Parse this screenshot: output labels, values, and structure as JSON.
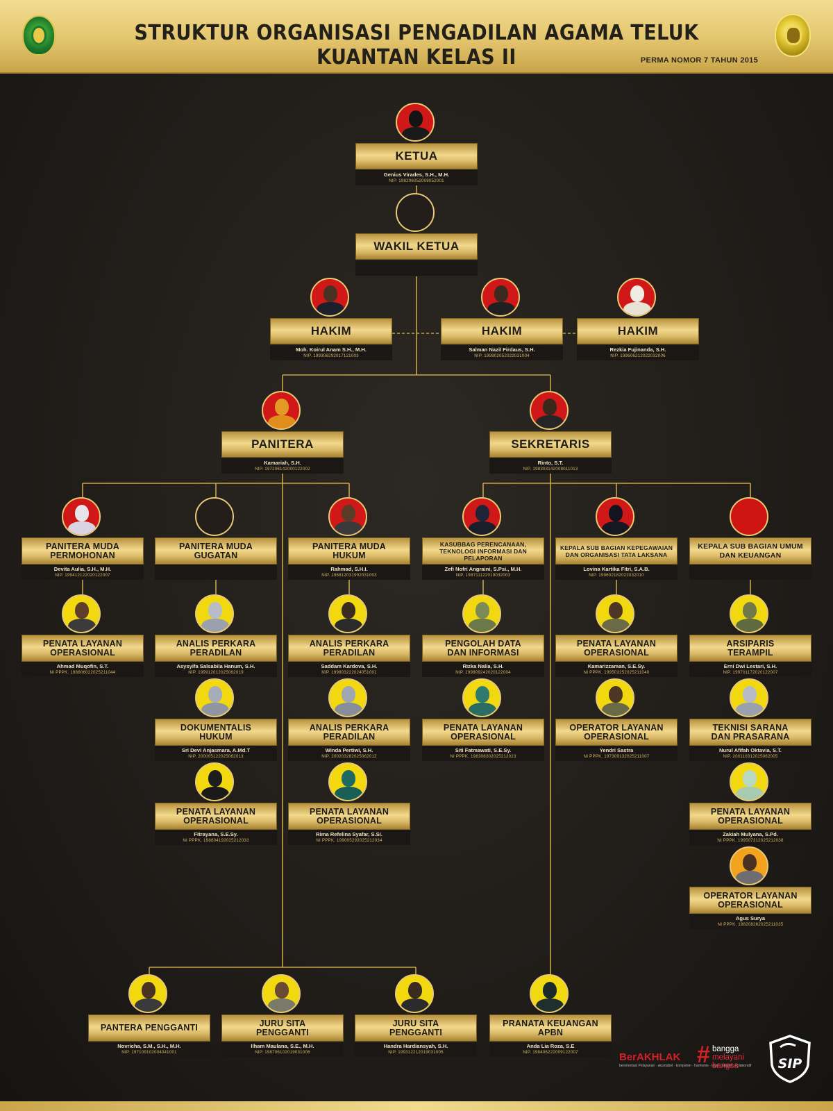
{
  "header": {
    "title": "STRUKTUR ORGANISASI PENGADILAN AGAMA TELUK KUANTAN KELAS II",
    "subtitle": "PERMA NOMOR 7 TAHUN 2015"
  },
  "colors": {
    "gold": "#e3c56e",
    "background": "#211e1a",
    "red": "#d11818",
    "yellow": "#f2d90f"
  },
  "nodes": {
    "ketua": {
      "l1": "KETUA",
      "l2": "",
      "name": "Genius Virades, S.H., M.H.",
      "nip": "NIP. 198206052008052001"
    },
    "wakil": {
      "l1": "WAKIL KETUA",
      "l2": "",
      "name": "",
      "nip": ""
    },
    "hakim1": {
      "l1": "HAKIM",
      "l2": "",
      "name": "Moh. Koirul Anam S.H., M.H.",
      "nip": "NIP. 199306292017121003"
    },
    "hakim2": {
      "l1": "HAKIM",
      "l2": "",
      "name": "Salman Nazil Firdaus, S.H.",
      "nip": "NIP. 199802052022031004"
    },
    "hakim3": {
      "l1": "HAKIM",
      "l2": "",
      "name": "Rezkia Fujinanda, S.H.",
      "nip": "NIP. 199606212022032006"
    },
    "panitera": {
      "l1": "PANITERA",
      "l2": "",
      "name": "Kamariah, S.H.",
      "nip": "NIP. 197206142000122002"
    },
    "sekretaris": {
      "l1": "SEKRETARIS",
      "l2": "",
      "name": "Rinto, S.T.",
      "nip": "NIP. 198303142008011013"
    },
    "pm_permohonan": {
      "l1": "PANITERA MUDA",
      "l2": "PERMOHONAN",
      "name": "Devita Aulia, S.H., M.H.",
      "nip": "NIP. 199412122020122007"
    },
    "pm_gugatan": {
      "l1": "PANITERA MUDA",
      "l2": "GUGATAN",
      "name": "",
      "nip": ""
    },
    "pm_hukum": {
      "l1": "PANITERA MUDA",
      "l2": "HUKUM",
      "name": "Rahmad, S.H.I.",
      "nip": "NIP. 196812031992031003"
    },
    "kasubbag_ptip": {
      "l1": "KASUBBAG PERENCANAAN,",
      "l2": "TEKNOLOGI INFORMASI DAN PELAPORAN",
      "name": "Zefi Nofri Angraini, S.Psi., M.H.",
      "nip": "NIP. 198711122019032003"
    },
    "kasubbag_kepeg": {
      "l1": "KEPALA SUB BAGIAN KEPEGAWAIAN",
      "l2": "DAN ORGANISASI TATA LAKSANA",
      "name": "Lovina Kartika Fitri, S.A.B.",
      "nip": "NIP. 199602182022032010"
    },
    "kasubbag_umum": {
      "l1": "KEPALA SUB BAGIAN UMUM",
      "l2": "DAN KEUANGAN",
      "name": "",
      "nip": ""
    },
    "plo_ahmad": {
      "l1": "PENATA LAYANAN",
      "l2": "OPERASIONAL",
      "name": "Ahmad Muqofin, S.T.",
      "nip": "NI PPPK. 198806022025211044"
    },
    "app_asysyifa": {
      "l1": "ANALIS PERKARA",
      "l2": "PERADILAN",
      "name": "Asysyifa Salsabila Hanum, S.H.",
      "nip": "NIP. 199912012025062019"
    },
    "app_saddam": {
      "l1": "ANALIS PERKARA",
      "l2": "PERADILAN",
      "name": "Saddam Kardova, S.H.",
      "nip": "NIP. 199803222024051001"
    },
    "pdi_rizka": {
      "l1": "PENGOLAH DATA",
      "l2": "DAN INFORMASI",
      "name": "Rizka Nalia, S.H.",
      "nip": "NIP. 199809242020122004"
    },
    "plo_kamarizzaman": {
      "l1": "PENATA LAYANAN",
      "l2": "OPERASIONAL",
      "name": "Kamarizzaman, S.E.Sy.",
      "nip": "NI PPPK. 199503252025211040"
    },
    "arsiparis_erni": {
      "l1": "ARSIPARIS",
      "l2": "TERAMPIL",
      "name": "Erni Dwi Lestari, S.H.",
      "nip": "NIP. 199701172020122007"
    },
    "dok_sri": {
      "l1": "DOKUMENTALIS",
      "l2": "HUKUM",
      "name": "Sri Devi Anjasmara, A.Md.T",
      "nip": "NIP. 200005122025062013"
    },
    "app_winda": {
      "l1": "ANALIS PERKARA",
      "l2": "PERADILAN",
      "name": "Winda Pertiwi, S.H.",
      "nip": "NIP. 200203282025062012"
    },
    "plo_siti": {
      "l1": "PENATA LAYANAN",
      "l2": "OPERASIONAL",
      "name": "Siti Fatmawati, S.E.Sy.",
      "nip": "NI PPPK. 198308302025212023"
    },
    "olo_yendri": {
      "l1": "OPERATOR LAYANAN",
      "l2": "OPERASIONAL",
      "name": "Yendri Sastra",
      "nip": "NI PPPK. 197309132025211007"
    },
    "tsp_nurul": {
      "l1": "TEKNISI SARANA",
      "l2": "DAN PRASARANA",
      "name": "Nurul Afifah Oktavia, S.T.",
      "nip": "NIP. 200110312025062005"
    },
    "plo_fitrayana": {
      "l1": "PENATA LAYANAN",
      "l2": "OPERASIONAL",
      "name": "Fitrayana, S.E.Sy.",
      "nip": "NI PPPK. 198804192025212033"
    },
    "plo_rima": {
      "l1": "PENATA LAYANAN",
      "l2": "OPERASIONAL",
      "name": "Rima Refelina Syafar, S.Si.",
      "nip": "NI PPPK. 199005292025212034"
    },
    "plo_zakiah": {
      "l1": "PENATA LAYANAN",
      "l2": "OPERASIONAL",
      "name": "Zakiah Mulyana, S.Pd.",
      "nip": "NI PPPK. 199507312025212038"
    },
    "olo_agus": {
      "l1": "OPERATOR LAYANAN",
      "l2": "OPERASIONAL",
      "name": "Agus Surya",
      "nip": "NI PPPK. 198208262025211035"
    },
    "pp_novricha": {
      "l1": "PANTERA PENGGANTI",
      "l2": "",
      "name": "Novricha, S.M., S.H., M.H.",
      "nip": "NIP. 197109102004041001"
    },
    "js_ilham": {
      "l1": "JURU SITA",
      "l2": "PENGGANTI",
      "name": "Ilham Maulana, S.E., M.H.",
      "nip": "NIP. 198706102019031006"
    },
    "js_handra": {
      "l1": "JURU SITA",
      "l2": "PENGGANTI",
      "name": "Handra Hardiansyah, S.H.",
      "nip": "NIP. 199312212019031005"
    },
    "pk_anda": {
      "l1": "PRANATA KEUANGAN",
      "l2": "APBN",
      "name": "Anda Lia Roza, S.E",
      "nip": "NIP. 198406222009122007"
    }
  },
  "footer": {
    "berakhlak": "BerAKHLAK",
    "berakhlak_tagline": "berorientasi Pelayanan · akuntabel · kompeten · harmonis · loyal · adaptif · kolaboratif",
    "bangga_hash": "#",
    "bangga_l1": "bangga",
    "bangga_l2": "melayani",
    "bangga_l3": "bangsa",
    "shield_text": "SIP"
  }
}
